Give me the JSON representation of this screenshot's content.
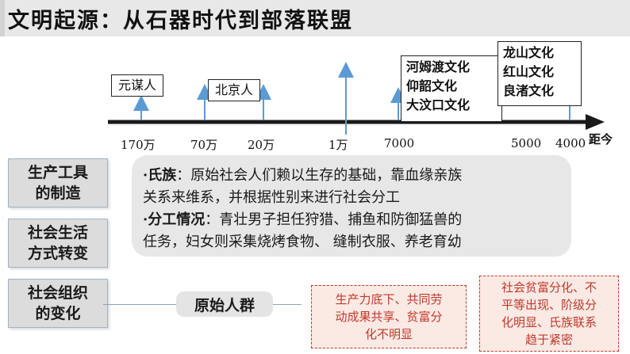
{
  "title": "文明起源：从石器时代到部落联盟",
  "timeline": {
    "axis_label": "距今",
    "ticks": [
      "170万",
      "70万",
      "20万",
      "1万",
      "7000",
      "5000",
      "4000"
    ],
    "eras": [
      {
        "lines": [
          "元谋人"
        ]
      },
      {
        "lines": [
          "北京人"
        ]
      },
      {
        "lines": [
          "河姆渡文化",
          "仰韶文化",
          "大汶口文化"
        ]
      },
      {
        "lines": [
          "龙山文化",
          "红山文化",
          "良渚文化"
        ]
      }
    ]
  },
  "sidebar": {
    "items": [
      {
        "line1": "生产工具",
        "line2": "的制造"
      },
      {
        "line1": "社会生活",
        "line2": "方式转变"
      },
      {
        "line1": "社会组织",
        "line2": "的变化"
      }
    ]
  },
  "info": {
    "clan_label": "·氏族",
    "clan_line1": "：原始社会人们赖以生存的基础，靠血缘亲族",
    "clan_line2": "关系来维系，并根据性别来进行社会分工",
    "labor_label": "·分工情况",
    "labor_line1": "：青壮男子担任狩猎、捕鱼和防御猛兽的",
    "labor_line2": "任务，妇女则采集烧烤食物、 缝制衣服、养老育幼"
  },
  "bottom": {
    "primitive": "原始人群",
    "box1": [
      "生产力底下、共同劳",
      "动成果共享、贫富分",
      "化不明显"
    ],
    "box2": [
      "社会贫富分化、不",
      "平等出现、阶级分",
      "化明显、氏族联系",
      "趋于紧密"
    ]
  },
  "colors": {
    "accent_red": "#c0392b",
    "panel_gray": "#e7e7e7",
    "arrow_blue": "#5b9bd5"
  }
}
